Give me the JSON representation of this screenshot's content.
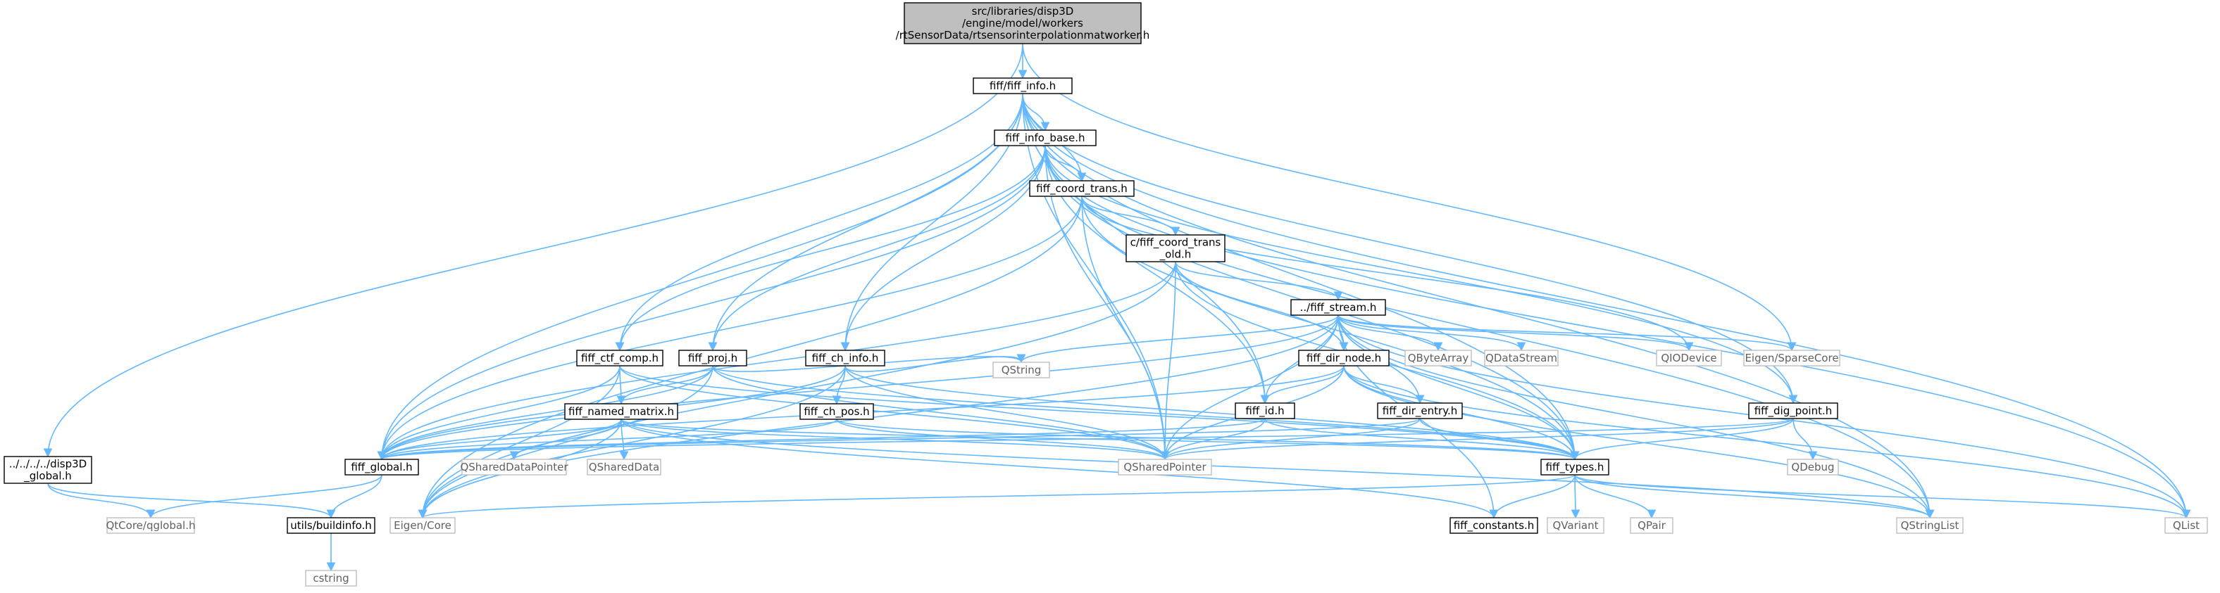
{
  "graph": {
    "nodes": [
      {
        "id": "root",
        "kind": "root",
        "lines": [
          "src/libraries/disp3D",
          "/engine/model/workers",
          "/rtSensorData/rtsensorinterpolationmatworker.h"
        ]
      },
      {
        "id": "fiff_info",
        "kind": "local",
        "lines": [
          "fiff/fiff_info.h"
        ]
      },
      {
        "id": "disp3d_global",
        "kind": "local",
        "lines": [
          "../../../../disp3D",
          "_global.h"
        ]
      },
      {
        "id": "fiff_info_base",
        "kind": "local",
        "lines": [
          "fiff_info_base.h"
        ]
      },
      {
        "id": "fiff_coord_trans",
        "kind": "local",
        "lines": [
          "fiff_coord_trans.h"
        ]
      },
      {
        "id": "c_fiff_coord_trans_old",
        "kind": "local",
        "lines": [
          "c/fiff_coord_trans",
          "_old.h"
        ]
      },
      {
        "id": "fiff_stream",
        "kind": "local",
        "lines": [
          "../fiff_stream.h"
        ]
      },
      {
        "id": "fiff_ctf_comp",
        "kind": "local",
        "lines": [
          "fiff_ctf_comp.h"
        ]
      },
      {
        "id": "fiff_proj",
        "kind": "local",
        "lines": [
          "fiff_proj.h"
        ]
      },
      {
        "id": "fiff_ch_info",
        "kind": "local",
        "lines": [
          "fiff_ch_info.h"
        ]
      },
      {
        "id": "fiff_dir_node",
        "kind": "local",
        "lines": [
          "fiff_dir_node.h"
        ]
      },
      {
        "id": "qbytearray",
        "kind": "ext",
        "lines": [
          "QByteArray"
        ]
      },
      {
        "id": "qdatastream",
        "kind": "ext",
        "lines": [
          "QDataStream"
        ]
      },
      {
        "id": "qiodevice",
        "kind": "ext",
        "lines": [
          "QIODevice"
        ]
      },
      {
        "id": "eigen_sparse",
        "kind": "ext",
        "lines": [
          "Eigen/SparseCore"
        ]
      },
      {
        "id": "fiff_named_matrix",
        "kind": "local",
        "lines": [
          "fiff_named_matrix.h"
        ]
      },
      {
        "id": "fiff_ch_pos",
        "kind": "local",
        "lines": [
          "fiff_ch_pos.h"
        ]
      },
      {
        "id": "qstring",
        "kind": "ext",
        "lines": [
          "QString"
        ]
      },
      {
        "id": "fiff_id",
        "kind": "local",
        "lines": [
          "fiff_id.h"
        ]
      },
      {
        "id": "fiff_dir_entry",
        "kind": "local",
        "lines": [
          "fiff_dir_entry.h"
        ]
      },
      {
        "id": "fiff_dig_point",
        "kind": "local",
        "lines": [
          "fiff_dig_point.h"
        ]
      },
      {
        "id": "fiff_global",
        "kind": "local",
        "lines": [
          "fiff_global.h"
        ]
      },
      {
        "id": "qshareddatapointer",
        "kind": "ext",
        "lines": [
          "QSharedDataPointer"
        ]
      },
      {
        "id": "qshareddata",
        "kind": "ext",
        "lines": [
          "QSharedData"
        ]
      },
      {
        "id": "qsharedpointer",
        "kind": "ext",
        "lines": [
          "QSharedPointer"
        ]
      },
      {
        "id": "fiff_types",
        "kind": "local",
        "lines": [
          "fiff_types.h"
        ]
      },
      {
        "id": "qdebug",
        "kind": "ext",
        "lines": [
          "QDebug"
        ]
      },
      {
        "id": "qtcore_qglobal",
        "kind": "ext",
        "lines": [
          "QtCore/qglobal.h"
        ]
      },
      {
        "id": "utils_buildinfo",
        "kind": "local",
        "lines": [
          "utils/buildinfo.h"
        ]
      },
      {
        "id": "eigen_core",
        "kind": "ext",
        "lines": [
          "Eigen/Core"
        ]
      },
      {
        "id": "fiff_constants",
        "kind": "local",
        "lines": [
          "fiff_constants.h"
        ]
      },
      {
        "id": "qvariant",
        "kind": "ext",
        "lines": [
          "QVariant"
        ]
      },
      {
        "id": "qpair",
        "kind": "ext",
        "lines": [
          "QPair"
        ]
      },
      {
        "id": "qstringlist",
        "kind": "ext",
        "lines": [
          "QStringList"
        ]
      },
      {
        "id": "qlist",
        "kind": "ext",
        "lines": [
          "QList"
        ]
      },
      {
        "id": "cstring",
        "kind": "ext",
        "lines": [
          "cstring"
        ]
      }
    ],
    "edges": [
      [
        "root",
        "fiff_info"
      ],
      [
        "root",
        "disp3d_global"
      ],
      [
        "root",
        "eigen_sparse"
      ],
      [
        "fiff_info",
        "fiff_info_base"
      ],
      [
        "fiff_info",
        "fiff_coord_trans"
      ],
      [
        "fiff_info",
        "fiff_ctf_comp"
      ],
      [
        "fiff_info",
        "fiff_proj"
      ],
      [
        "fiff_info",
        "fiff_ch_info"
      ],
      [
        "fiff_info",
        "fiff_global"
      ],
      [
        "fiff_info",
        "fiff_id"
      ],
      [
        "fiff_info",
        "fiff_dig_point"
      ],
      [
        "fiff_info",
        "fiff_types"
      ],
      [
        "fiff_info",
        "qsharedpointer"
      ],
      [
        "fiff_info",
        "qstringlist"
      ],
      [
        "fiff_info",
        "qlist"
      ],
      [
        "disp3d_global",
        "utils_buildinfo"
      ],
      [
        "disp3d_global",
        "qtcore_qglobal"
      ],
      [
        "fiff_info_base",
        "fiff_coord_trans"
      ],
      [
        "fiff_info_base",
        "fiff_ctf_comp"
      ],
      [
        "fiff_info_base",
        "fiff_proj"
      ],
      [
        "fiff_info_base",
        "fiff_ch_info"
      ],
      [
        "fiff_info_base",
        "fiff_global"
      ],
      [
        "fiff_info_base",
        "fiff_id"
      ],
      [
        "fiff_info_base",
        "fiff_dig_point"
      ],
      [
        "fiff_info_base",
        "fiff_types"
      ],
      [
        "fiff_info_base",
        "qsharedpointer"
      ],
      [
        "fiff_info_base",
        "qstringlist"
      ],
      [
        "fiff_info_base",
        "qlist"
      ],
      [
        "fiff_coord_trans",
        "c_fiff_coord_trans_old"
      ],
      [
        "fiff_coord_trans",
        "fiff_global"
      ],
      [
        "fiff_coord_trans",
        "fiff_types"
      ],
      [
        "fiff_coord_trans",
        "eigen_core"
      ],
      [
        "fiff_coord_trans",
        "qsharedpointer"
      ],
      [
        "fiff_coord_trans",
        "qiodevice"
      ],
      [
        "c_fiff_coord_trans_old",
        "fiff_stream"
      ],
      [
        "c_fiff_coord_trans_old",
        "fiff_dir_node"
      ],
      [
        "c_fiff_coord_trans_old",
        "fiff_global"
      ],
      [
        "c_fiff_coord_trans_old",
        "fiff_types"
      ],
      [
        "c_fiff_coord_trans_old",
        "qsharedpointer"
      ],
      [
        "c_fiff_coord_trans_old",
        "eigen_core"
      ],
      [
        "fiff_stream",
        "fiff_global"
      ],
      [
        "fiff_stream",
        "fiff_types"
      ],
      [
        "fiff_stream",
        "fiff_id"
      ],
      [
        "fiff_stream",
        "fiff_dir_node"
      ],
      [
        "fiff_stream",
        "fiff_dir_entry"
      ],
      [
        "fiff_stream",
        "qbytearray"
      ],
      [
        "fiff_stream",
        "qdatastream"
      ],
      [
        "fiff_stream",
        "qiodevice"
      ],
      [
        "fiff_stream",
        "eigen_sparse"
      ],
      [
        "fiff_stream",
        "qstring"
      ],
      [
        "fiff_stream",
        "qsharedpointer"
      ],
      [
        "fiff_stream",
        "qstringlist"
      ],
      [
        "fiff_stream",
        "qlist"
      ],
      [
        "fiff_stream",
        "eigen_core"
      ],
      [
        "fiff_stream",
        "fiff_constants"
      ],
      [
        "fiff_ctf_comp",
        "fiff_global"
      ],
      [
        "fiff_ctf_comp",
        "fiff_named_matrix"
      ],
      [
        "fiff_ctf_comp",
        "fiff_types"
      ],
      [
        "fiff_ctf_comp",
        "qsharedpointer"
      ],
      [
        "fiff_ctf_comp",
        "eigen_core"
      ],
      [
        "fiff_proj",
        "fiff_global"
      ],
      [
        "fiff_proj",
        "fiff_named_matrix"
      ],
      [
        "fiff_proj",
        "fiff_types"
      ],
      [
        "fiff_proj",
        "qsharedpointer"
      ],
      [
        "fiff_proj",
        "qstring"
      ],
      [
        "fiff_proj",
        "eigen_core"
      ],
      [
        "fiff_ch_info",
        "fiff_global"
      ],
      [
        "fiff_ch_info",
        "fiff_ch_pos"
      ],
      [
        "fiff_ch_info",
        "fiff_types"
      ],
      [
        "fiff_ch_info",
        "qsharedpointer"
      ],
      [
        "fiff_ch_info",
        "qstring"
      ],
      [
        "fiff_ch_info",
        "eigen_core"
      ],
      [
        "fiff_dir_node",
        "fiff_global"
      ],
      [
        "fiff_dir_node",
        "fiff_id"
      ],
      [
        "fiff_dir_node",
        "fiff_dir_entry"
      ],
      [
        "fiff_dir_node",
        "fiff_types"
      ],
      [
        "fiff_dir_node",
        "qsharedpointer"
      ],
      [
        "fiff_dir_node",
        "qlist"
      ],
      [
        "fiff_dir_node",
        "qstringlist"
      ],
      [
        "fiff_named_matrix",
        "fiff_global"
      ],
      [
        "fiff_named_matrix",
        "fiff_types"
      ],
      [
        "fiff_named_matrix",
        "qshareddatapointer"
      ],
      [
        "fiff_named_matrix",
        "qshareddata"
      ],
      [
        "fiff_named_matrix",
        "qsharedpointer"
      ],
      [
        "fiff_named_matrix",
        "eigen_core"
      ],
      [
        "fiff_named_matrix",
        "qstringlist"
      ],
      [
        "fiff_named_matrix",
        "fiff_constants"
      ],
      [
        "fiff_ch_pos",
        "fiff_global"
      ],
      [
        "fiff_ch_pos",
        "fiff_types"
      ],
      [
        "fiff_ch_pos",
        "qsharedpointer"
      ],
      [
        "fiff_id",
        "fiff_global"
      ],
      [
        "fiff_id",
        "fiff_types"
      ],
      [
        "fiff_id",
        "qsharedpointer"
      ],
      [
        "fiff_dir_entry",
        "fiff_global"
      ],
      [
        "fiff_dir_entry",
        "fiff_types"
      ],
      [
        "fiff_dir_entry",
        "qsharedpointer"
      ],
      [
        "fiff_dig_point",
        "fiff_global"
      ],
      [
        "fiff_dig_point",
        "fiff_types"
      ],
      [
        "fiff_dig_point",
        "qsharedpointer"
      ],
      [
        "fiff_dig_point",
        "qdebug"
      ],
      [
        "fiff_global",
        "utils_buildinfo"
      ],
      [
        "fiff_global",
        "qtcore_qglobal"
      ],
      [
        "utils_buildinfo",
        "cstring"
      ],
      [
        "fiff_types",
        "fiff_constants"
      ],
      [
        "fiff_types",
        "qvariant"
      ],
      [
        "fiff_types",
        "qpair"
      ],
      [
        "fiff_types",
        "qstringlist"
      ],
      [
        "fiff_types",
        "qlist"
      ],
      [
        "fiff_types",
        "eigen_core"
      ]
    ]
  }
}
